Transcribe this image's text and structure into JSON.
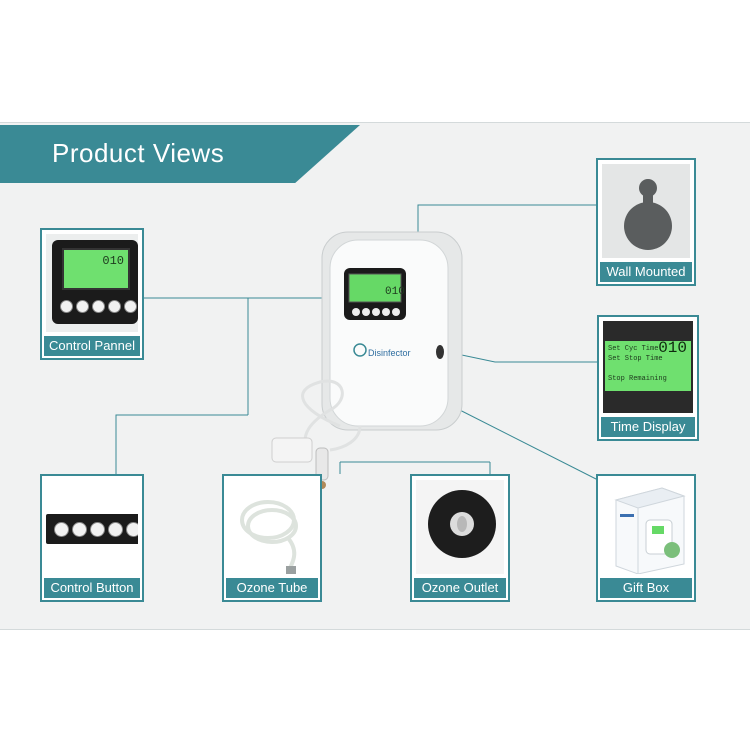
{
  "banner": {
    "title": "Product Views"
  },
  "cards": {
    "control_panel": {
      "label": "Control  Pannel"
    },
    "wall_mounted": {
      "label": "Wall Mounted"
    },
    "time_display": {
      "label": "Time Display",
      "lcd_row1": "Set  Cyc  Time",
      "lcd_row2": "Set  Stop  Time",
      "lcd_row3": "Stop Remaining",
      "lcd_digits": "010"
    },
    "control_button": {
      "label": "Control Button"
    },
    "ozone_tube": {
      "label": "Ozone Tube"
    },
    "ozone_outlet": {
      "label": "Ozone Outlet"
    },
    "gift_box": {
      "label": "Gift  Box"
    }
  },
  "device": {
    "brand": "Disinfector",
    "lcd_digits": "010"
  }
}
